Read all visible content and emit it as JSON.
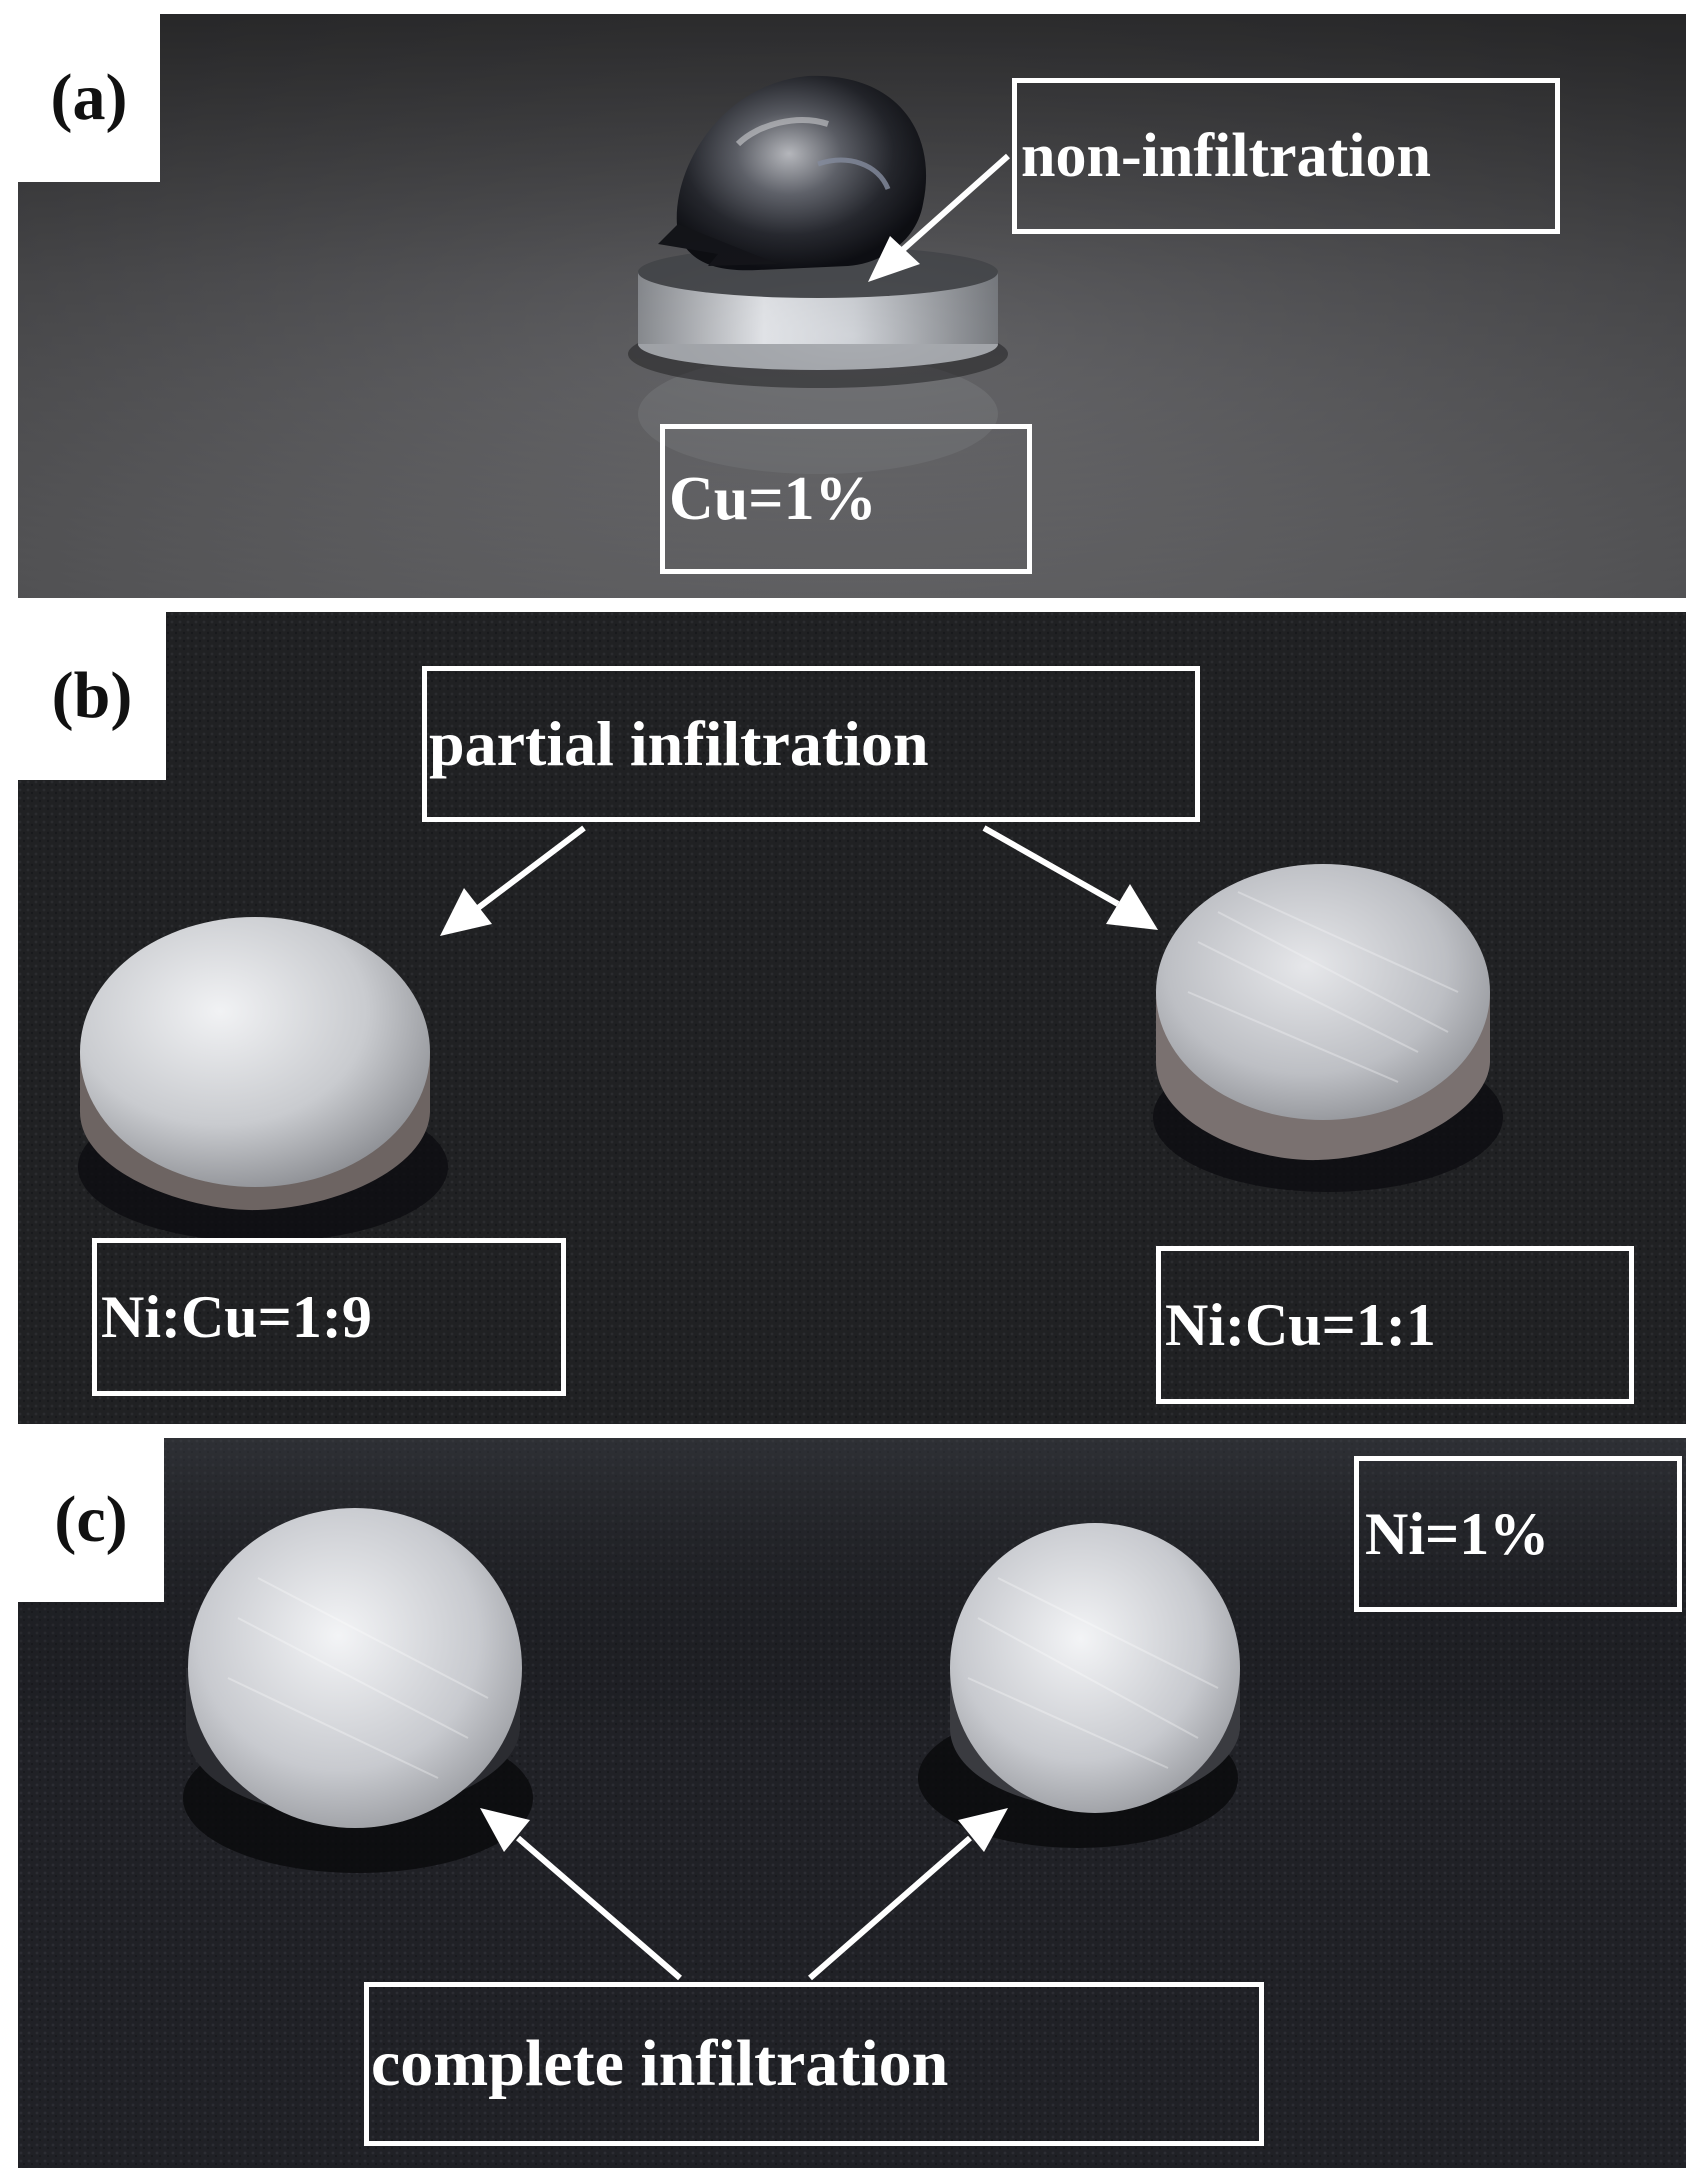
{
  "panels": [
    {
      "label": "(a)",
      "annotation": "non-infiltration",
      "composition": "Cu=1%"
    },
    {
      "label": "(b)",
      "annotation": "partial infiltration",
      "left_sample": "Ni:Cu=1:9",
      "right_sample": "Ni:Cu=1:1"
    },
    {
      "label": "(c)",
      "annotation": "complete infiltration",
      "composition": "Ni=1%"
    }
  ],
  "colors": {
    "annotation_text": "#ffffff",
    "annotation_border": "#ffffff",
    "label_background": "#ffffff",
    "label_text": "#111111"
  }
}
